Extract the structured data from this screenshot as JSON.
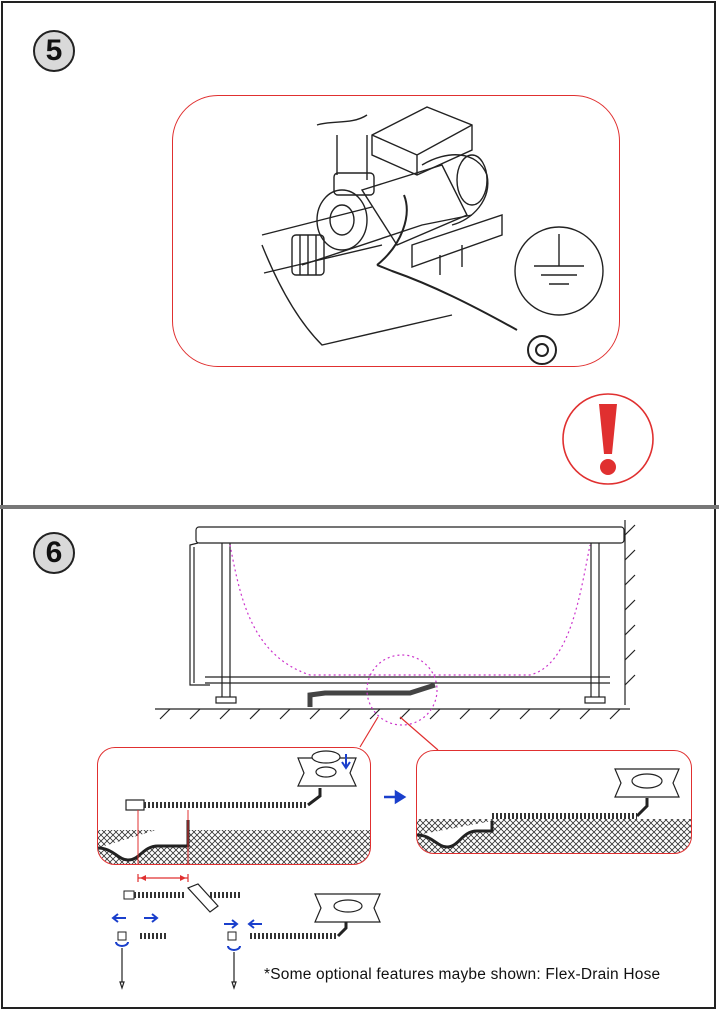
{
  "steps": [
    {
      "number": "5"
    },
    {
      "number": "6"
    }
  ],
  "icons": {
    "ground_symbol": "ground-icon",
    "warning": "exclamation-warning-icon",
    "direction_arrow": "right-arrow-icon"
  },
  "colors": {
    "accent_red": "#e03030",
    "guide_magenta": "#cc33cc",
    "arrow_blue": "#1a3fcc",
    "badge_fill": "#d9d9d9"
  },
  "footnote": "*Some optional features maybe shown: Flex-Drain Hose"
}
